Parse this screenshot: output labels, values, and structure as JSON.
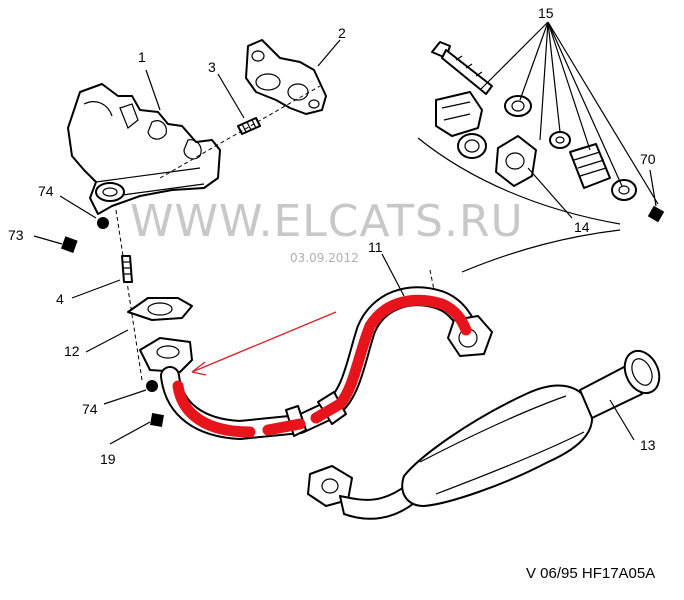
{
  "watermark": {
    "text": "WWW.ELCATS.RU",
    "date": "03.09.2012"
  },
  "footer_code": "V 06/95  HF17A05A",
  "callouts": [
    {
      "id": "1",
      "text": "1"
    },
    {
      "id": "2",
      "text": "2"
    },
    {
      "id": "3",
      "text": "3"
    },
    {
      "id": "15",
      "text": "15"
    },
    {
      "id": "70",
      "text": "70"
    },
    {
      "id": "14",
      "text": "14"
    },
    {
      "id": "74a",
      "text": "74"
    },
    {
      "id": "73",
      "text": "73"
    },
    {
      "id": "11",
      "text": "11"
    },
    {
      "id": "4",
      "text": "4"
    },
    {
      "id": "12",
      "text": "12"
    },
    {
      "id": "74b",
      "text": "74"
    },
    {
      "id": "19",
      "text": "19"
    },
    {
      "id": "13",
      "text": "13"
    }
  ],
  "colors": {
    "line": "#000000",
    "highlight": "#e8141c",
    "arrow": "#d81f26",
    "watermark": "#c8c8c8"
  }
}
